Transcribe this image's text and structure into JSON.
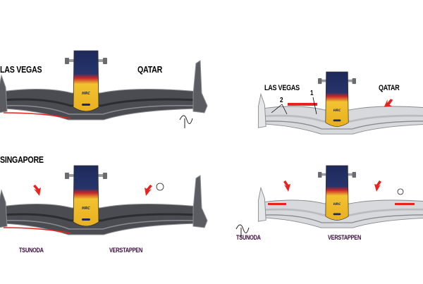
{
  "panels": [
    {
      "id": "top-left",
      "style": "dark",
      "labels": {
        "left": "LAS VEGAS",
        "right": "QATAR"
      }
    },
    {
      "id": "top-right",
      "style": "light",
      "labels": {
        "left": "LAS VEGAS",
        "right": "QATAR"
      },
      "callouts": [
        "1",
        "2"
      ]
    },
    {
      "id": "bottom-left",
      "style": "dark",
      "labels": {
        "title": "SINGAPORE",
        "left_driver": "TSUNODA",
        "right_driver": "VERSTAPPEN"
      }
    },
    {
      "id": "bottom-right",
      "style": "light",
      "labels": {
        "left_driver": "TSUNODA",
        "right_driver": "VERSTAPPEN"
      }
    }
  ],
  "colors": {
    "highlight": "#e8231f",
    "nose_blue": "#1e2a5a",
    "nose_yellow": "#f2c230",
    "driver_label": "#3a0a3e"
  }
}
